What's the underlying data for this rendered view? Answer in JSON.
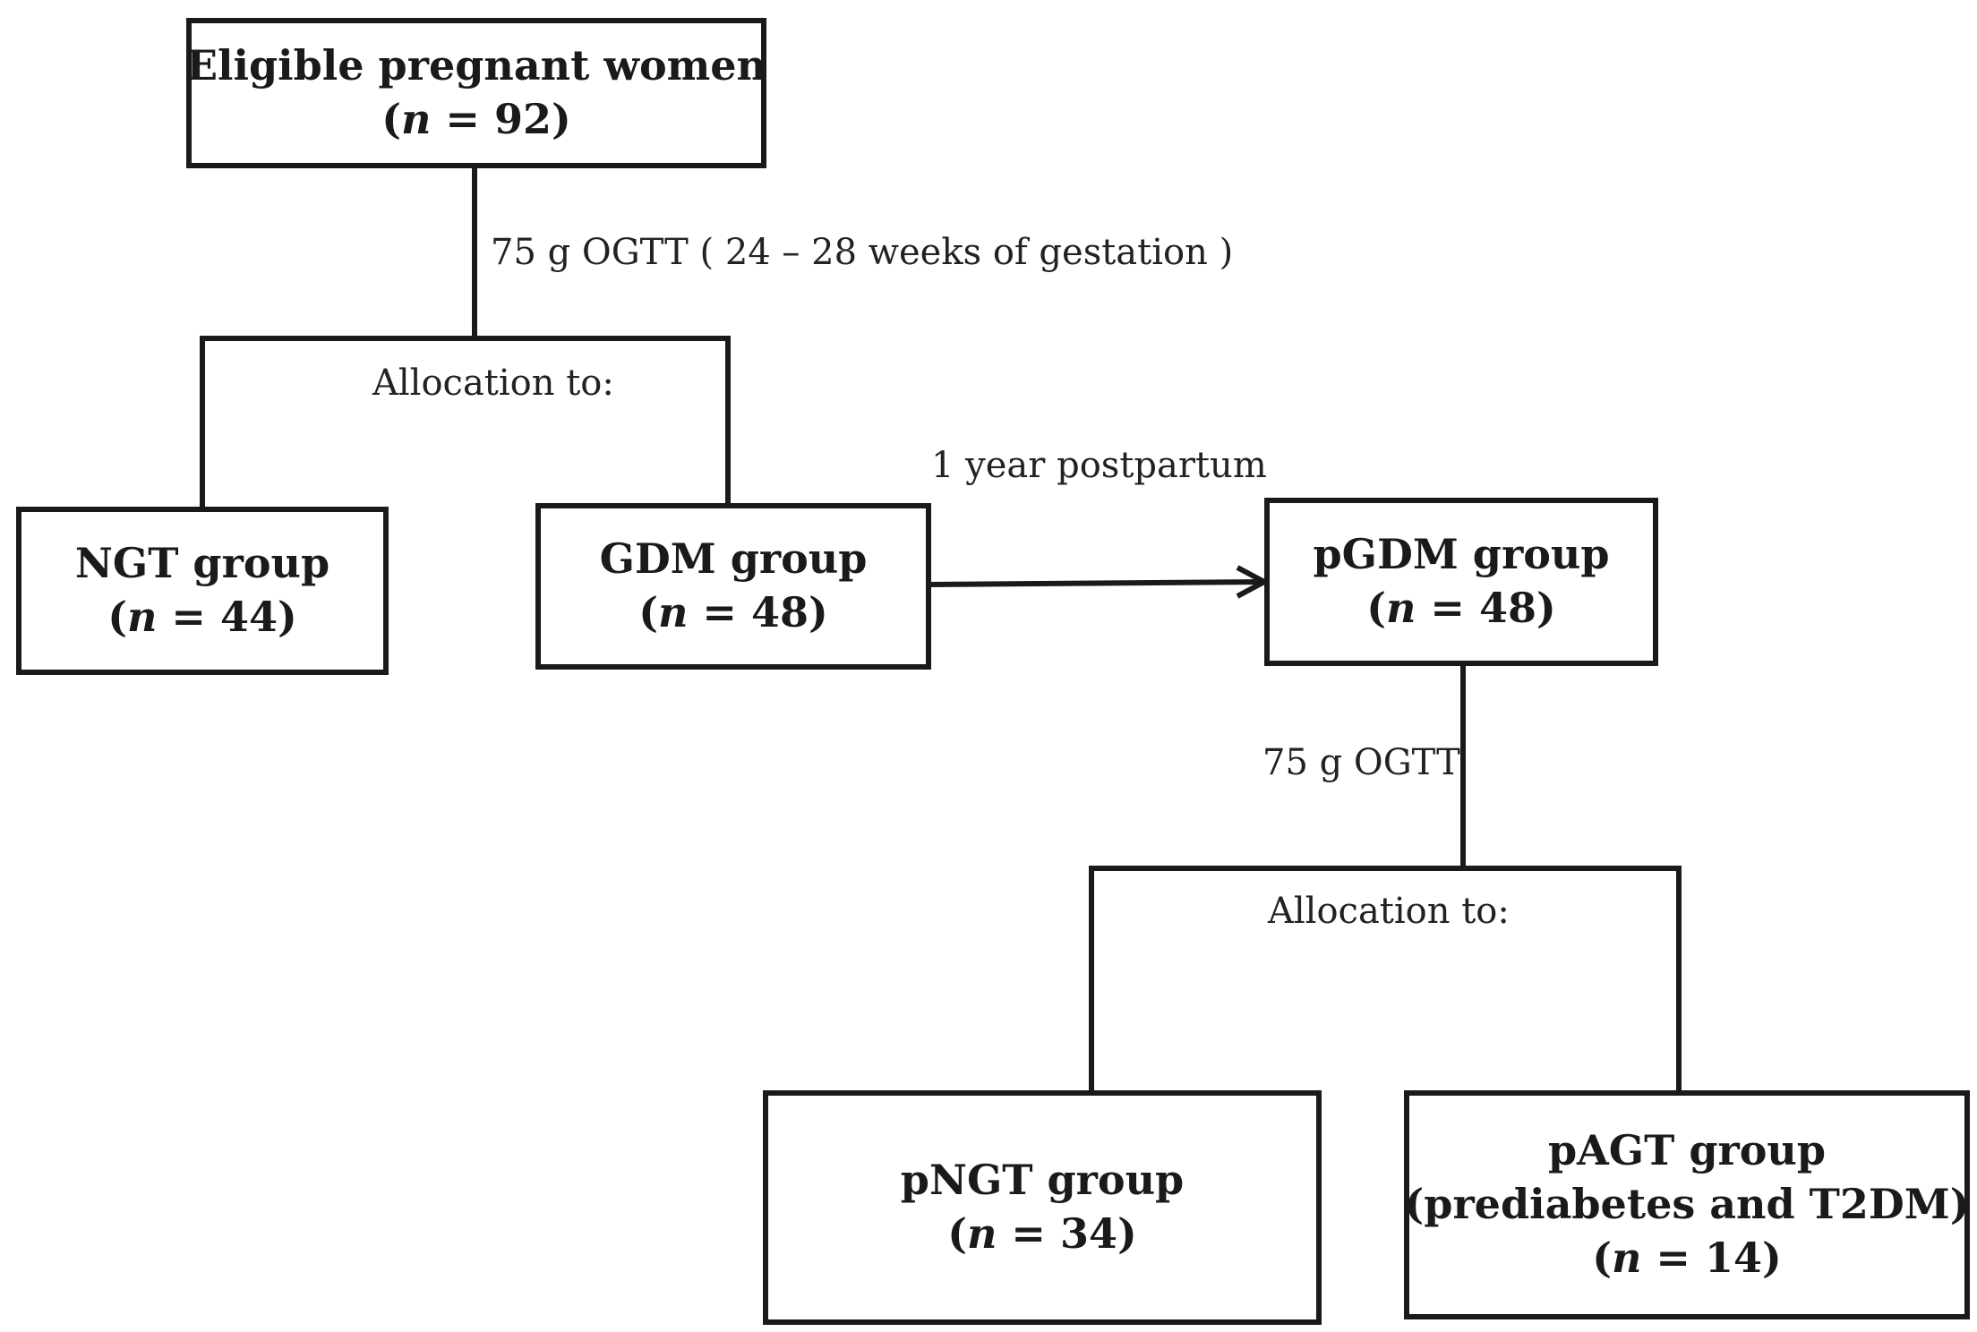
{
  "nodes": {
    "eligible": {
      "title": "Eligible pregnant women",
      "n_label": "n",
      "n_rest": " = 92)"
    },
    "ngt": {
      "title": "NGT group",
      "n_label": "n",
      "n_rest": " = 44)"
    },
    "gdm": {
      "title": "GDM group",
      "n_label": "n",
      "n_rest": " = 48)"
    },
    "pgdm": {
      "title": "pGDM group",
      "n_label": "n",
      "n_rest": " = 48)"
    },
    "pngt": {
      "title": "pNGT group",
      "n_label": "n",
      "n_rest": " = 34)"
    },
    "pagt": {
      "title": "pAGT group",
      "subtitle": "(prediabetes and T2DM)",
      "n_label": "n",
      "n_rest": " = 14)"
    }
  },
  "labels": {
    "ogtt_gestation": "75 g OGTT ( 24 – 28 weeks of gestation )",
    "allocation_1": "Allocation to:",
    "postpartum": "1 year postpartum",
    "ogtt_postpartum": "75 g OGTT",
    "allocation_2": "Allocation to:"
  },
  "colors": {
    "line": "#1a1a1a",
    "background": "#ffffff"
  }
}
